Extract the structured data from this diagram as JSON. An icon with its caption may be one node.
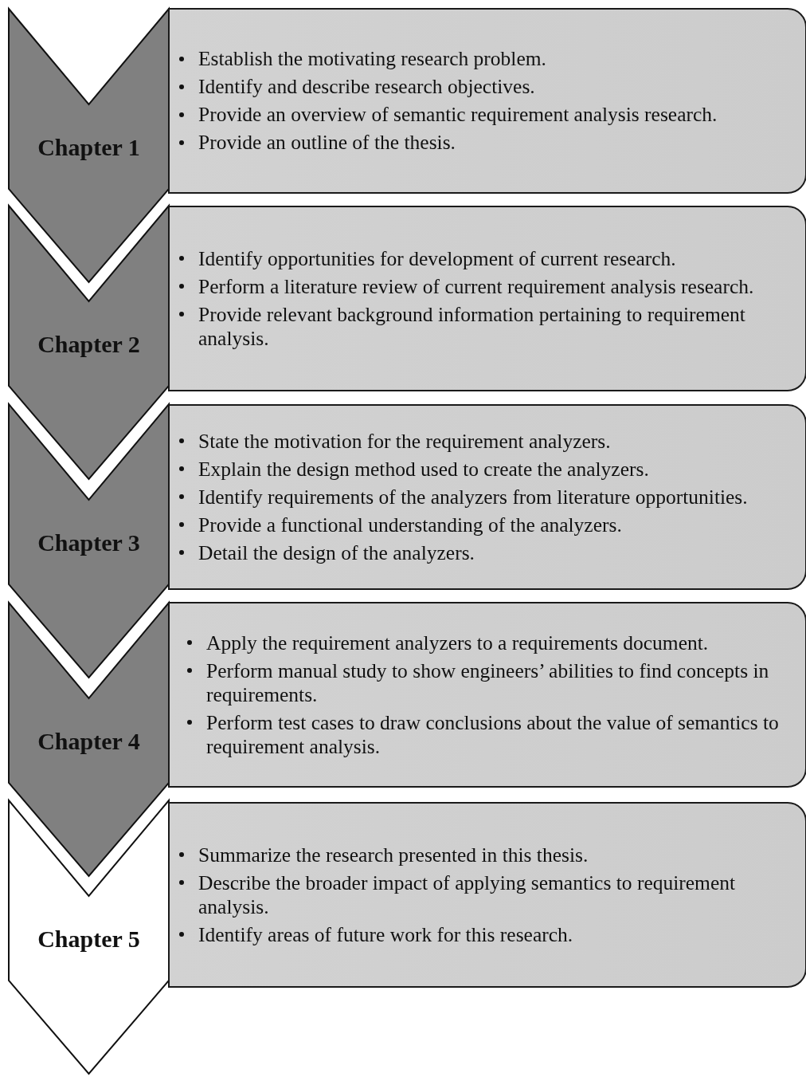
{
  "diagram": {
    "nodes": [
      {
        "text": [
          "Chapter 1"
        ]
      },
      {
        "text": [
          "Establish the motivating research problem.",
          "Identify and describe research objectives.",
          "Provide an overview of semantic requirement analysis research.",
          "Provide an outline of the thesis."
        ]
      },
      {
        "text": [
          "Chapter 2"
        ]
      },
      {
        "text": [
          "Identify opportunities for development of current research.",
          "Perform a literature review of current requirement analysis research.",
          "Provide relevant background information pertaining to requirement analysis."
        ]
      },
      {
        "text": [
          "Chapter 3"
        ]
      },
      {
        "text": [
          "State the motivation for the requirement analyzers.",
          "Explain the design method used to create the analyzers.",
          "Identify requirements of the analyzers from literature opportunities.",
          "Provide a functional understanding of the analyzers.",
          "Detail the design of the analyzers."
        ]
      },
      {
        "text": [
          "Chapter 4"
        ]
      },
      {
        "text": [
          "Apply the requirement analyzers to a requirements document.",
          "Perform manual study to show engineers’ abilities to find concepts in requirements.",
          "Perform test cases to draw conclusions about the value of semantics to requirement analysis."
        ]
      },
      {
        "text": [
          "Chapter 5"
        ]
      },
      {
        "text": [
          "Summarize the research presented in this thesis.",
          "Describe the broader impact of applying semantics to requirement analysis.",
          "Identify areas of future work for this research."
        ]
      }
    ]
  }
}
